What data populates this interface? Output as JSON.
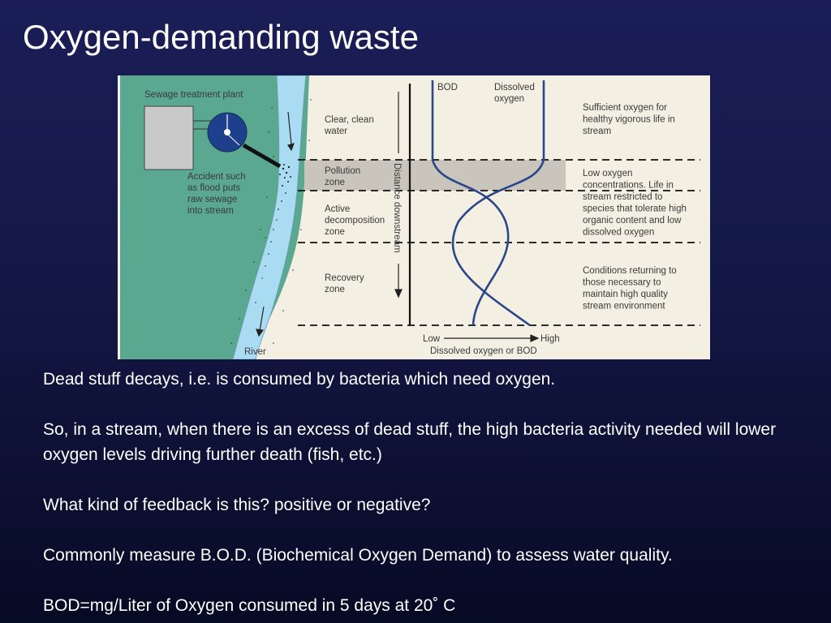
{
  "slide": {
    "title": "Oxygen-demanding waste"
  },
  "figure": {
    "plant_label": "Sewage treatment plant",
    "accident_label": [
      "Accident such",
      "as flood puts",
      "raw sewage",
      "into stream"
    ],
    "river_label": "River",
    "zones": [
      {
        "name": [
          "Clear, clean",
          "water"
        ],
        "description": [
          "Sufficient oxygen for",
          "healthy vigorous life in",
          "stream"
        ]
      },
      {
        "name": [
          "Pollution",
          "zone"
        ],
        "description": [
          "Low oxygen",
          "concentrations. Life in",
          "stream restricted to",
          "species that tolerate high",
          "organic content and low",
          "dissolved oxygen"
        ]
      },
      {
        "name": [
          "Active",
          "decomposition",
          "zone"
        ],
        "description": []
      },
      {
        "name": [
          "Recovery",
          "zone"
        ],
        "description": [
          "Conditions returning to",
          "those necessary to",
          "maintain high quality",
          "stream environment"
        ]
      }
    ],
    "axis": {
      "y_label": "Distance downstream",
      "x_low": "Low",
      "x_high": "High",
      "x_label": "Dissolved oxygen or BOD"
    },
    "curves": {
      "bod_label": "BOD",
      "do_label": [
        "Dissolved",
        "oxygen"
      ]
    },
    "colors": {
      "land": "#5aa88f",
      "water": "#a9dcf2",
      "curve": "#2a4789",
      "plant_wheel": "#1e3f8c",
      "pollution_band": "#c9c5bc"
    }
  },
  "bullets": [
    "Dead stuff decays, i.e. is consumed by bacteria which need oxygen.",
    "So, in a stream, when there is an excess of dead stuff, the high bacteria activity needed will lower oxygen levels driving further death (fish, etc.)",
    "What kind of feedback is this? positive or negative?",
    "Commonly measure B.O.D. (Biochemical Oxygen Demand) to assess water quality.",
    "BOD=mg/Liter of Oxygen consumed in 5 days at 20˚ C"
  ]
}
